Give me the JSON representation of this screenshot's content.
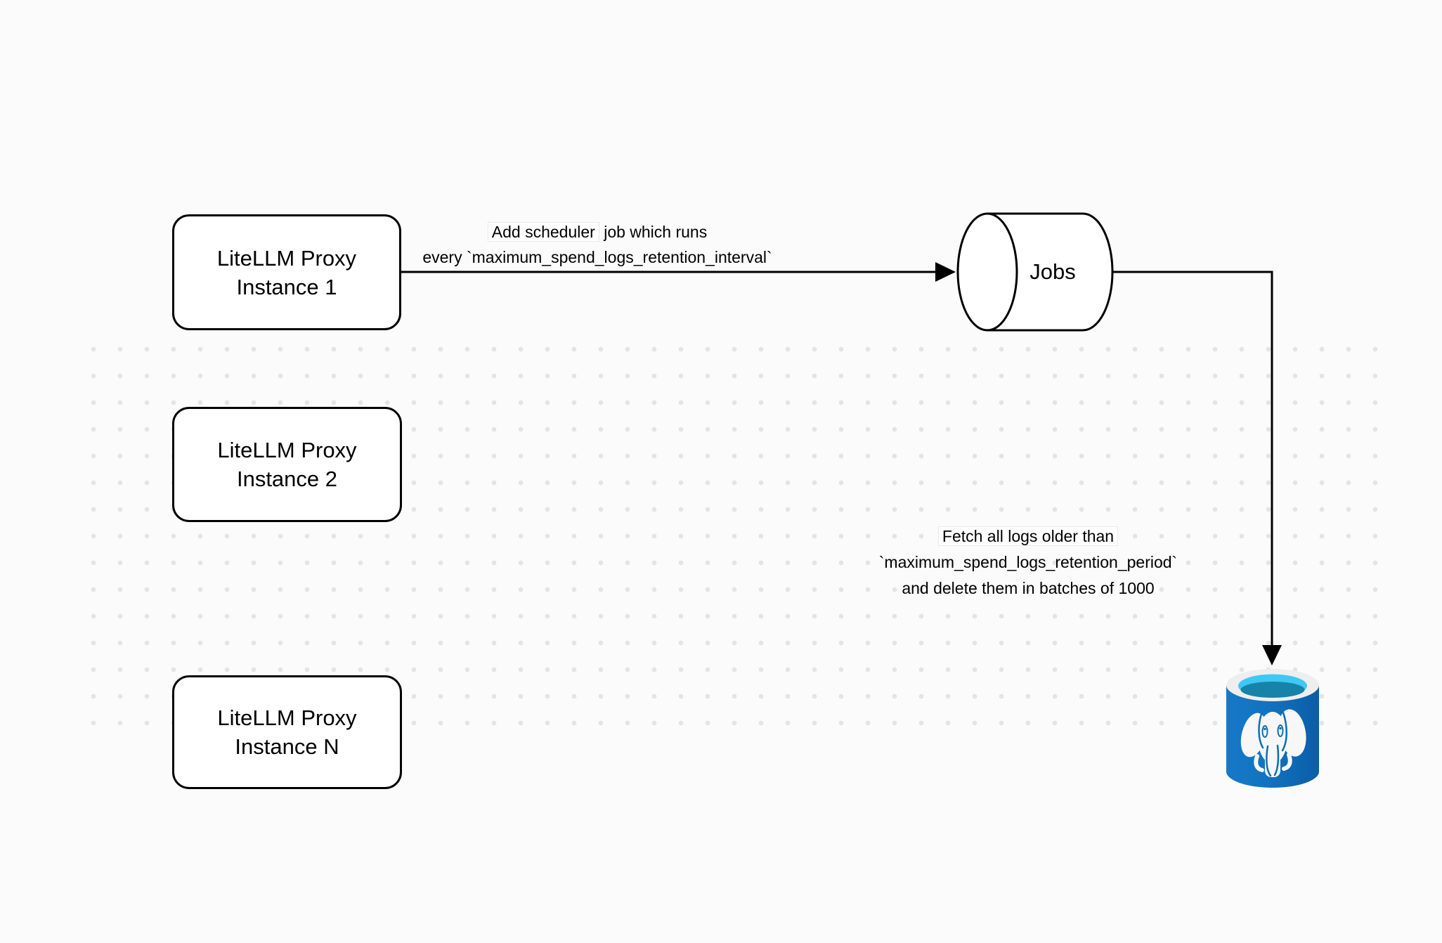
{
  "canvas": {
    "background_color": "#fbfbfb",
    "dot_color": "#e4e4e4",
    "stroke_color": "#000000"
  },
  "nodes": {
    "instance1": {
      "label": "LiteLLM Proxy\nInstance 1"
    },
    "instance2": {
      "label": "LiteLLM Proxy\nInstance 2"
    },
    "instanceN": {
      "label": "LiteLLM Proxy\nInstance N"
    },
    "jobs": {
      "label": "Jobs"
    },
    "postgres": {
      "icon": "postgresql-database-icon"
    }
  },
  "edges": {
    "scheduler": {
      "label_boxed": "Add scheduler",
      "label_rest": " job which runs",
      "line2": "every `maximum_spend_logs_retention_interval`"
    },
    "fetch": {
      "line1": "Fetch all logs older than",
      "line2": "`maximum_spend_logs_retention_period`",
      "line3": "and delete them in batches of 1000"
    }
  },
  "colors": {
    "postgres_body_light": "#1878c8",
    "postgres_body_mid": "#1173bf",
    "postgres_body_dark": "#0b5da6",
    "postgres_rim": "#eeeeee",
    "postgres_cyan": "#3fc8f4",
    "postgres_inner_dark": "#1783a8",
    "elephant_white": "#f7f7f7",
    "elephant_detail_blue": "#0f6cb5"
  }
}
